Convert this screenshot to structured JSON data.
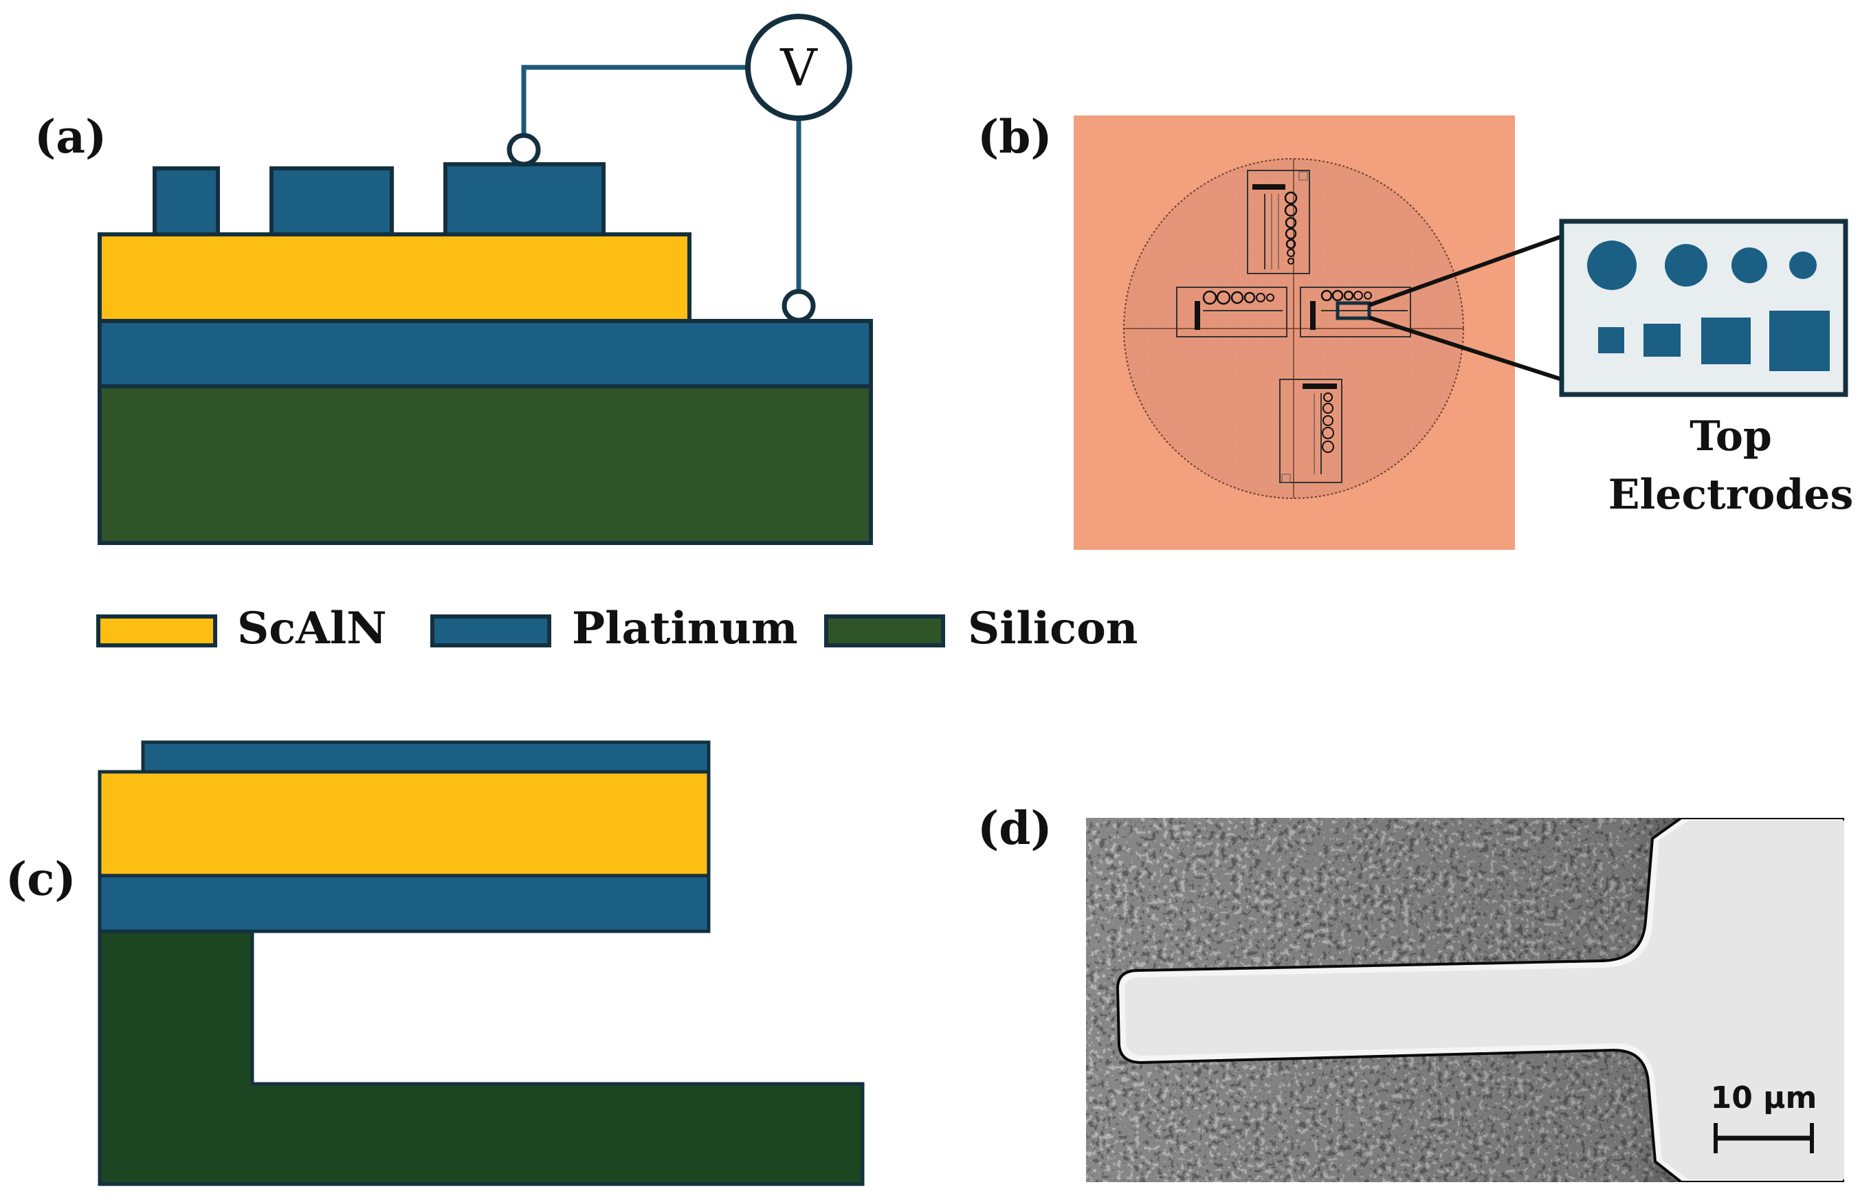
{
  "panels": {
    "a": {
      "label": "(a)",
      "voltmeter_symbol": "V"
    },
    "b": {
      "label": "(b)",
      "inset_caption_line1": "Top",
      "inset_caption_line2": "Electrodes"
    },
    "c": {
      "label": "(c)"
    },
    "d": {
      "label": "(d)",
      "scale_bar_label": "10 μm"
    }
  },
  "legend": {
    "items": [
      {
        "label": "ScAlN",
        "color": "#FDBE14"
      },
      {
        "label": "Platinum",
        "color": "#1B5F84"
      },
      {
        "label": "Silicon",
        "color": "#2F5427"
      }
    ]
  },
  "colors": {
    "outline": "#14303F",
    "scaln": "#FDBE14",
    "platinum": "#1B5F84",
    "silicon_a": "#2F5427",
    "silicon_c": "#1C4522",
    "wire": "#1E5A78",
    "wafer_background": "#F2A07E",
    "wafer_disc": "#E5967A",
    "inset_background": "#E8EDF0",
    "sem_dark": "#2A2A2A",
    "sem_beam": "#E6E6E6"
  },
  "inset_icons": [
    "circle-electrode-icon",
    "square-electrode-icon"
  ]
}
